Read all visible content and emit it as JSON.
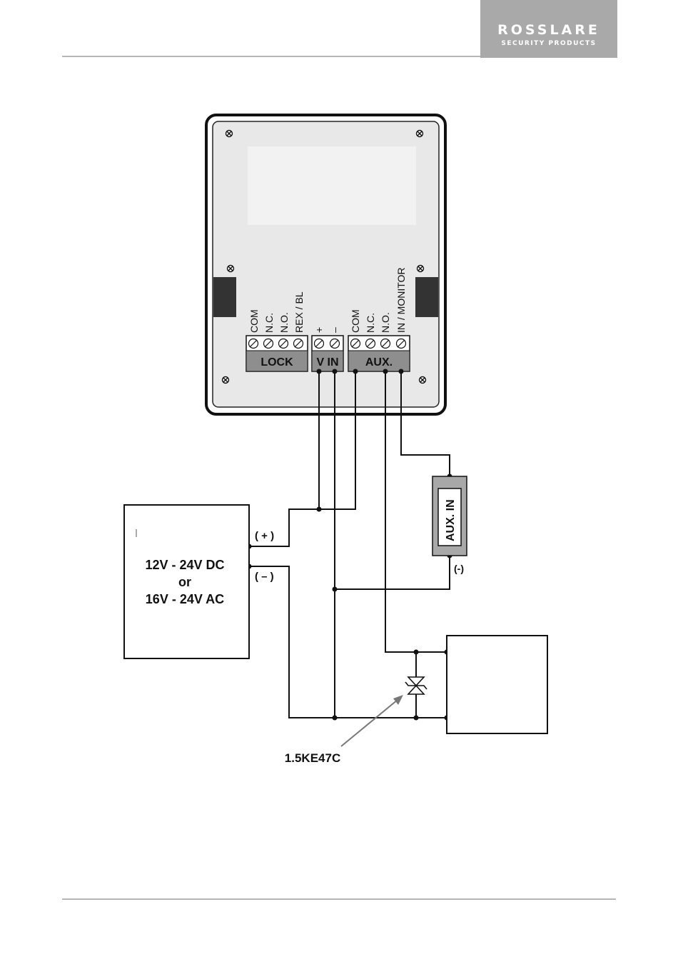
{
  "header": {
    "logo_main": "ROSSLARE",
    "logo_sub": "SECURITY PRODUCTS"
  },
  "diagram": {
    "lock_terminals": [
      "COM",
      "N.C.",
      "N.O.",
      "REX / BL"
    ],
    "lock_label": "LOCK",
    "vin_terminals": [
      "+",
      "–"
    ],
    "vin_label": "V IN",
    "aux_terminals": [
      "COM",
      "N.C.",
      "N.O.",
      "IN / MONITOR"
    ],
    "aux_label": "AUX.",
    "aux_in_label": "AUX. IN",
    "aux_in_neg": "(-)",
    "psu_plus": "( + )",
    "psu_minus": "( – )",
    "psu_line1": "12V - 24V DC",
    "psu_line2": "or",
    "psu_line3": "16V - 24V AC",
    "diode_label": "1.5KE47C"
  }
}
